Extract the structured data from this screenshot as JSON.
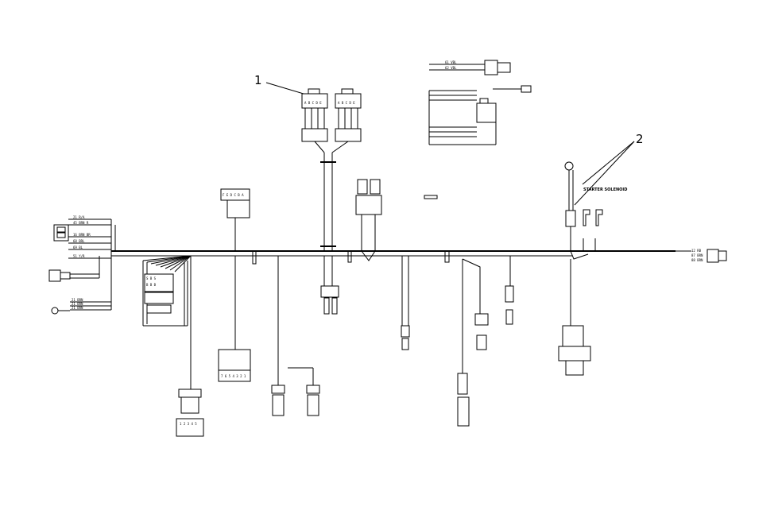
{
  "callouts": {
    "one": "1",
    "two": "2"
  },
  "labels": {
    "starter_solenoid": "STARTER SOLENOID"
  }
}
